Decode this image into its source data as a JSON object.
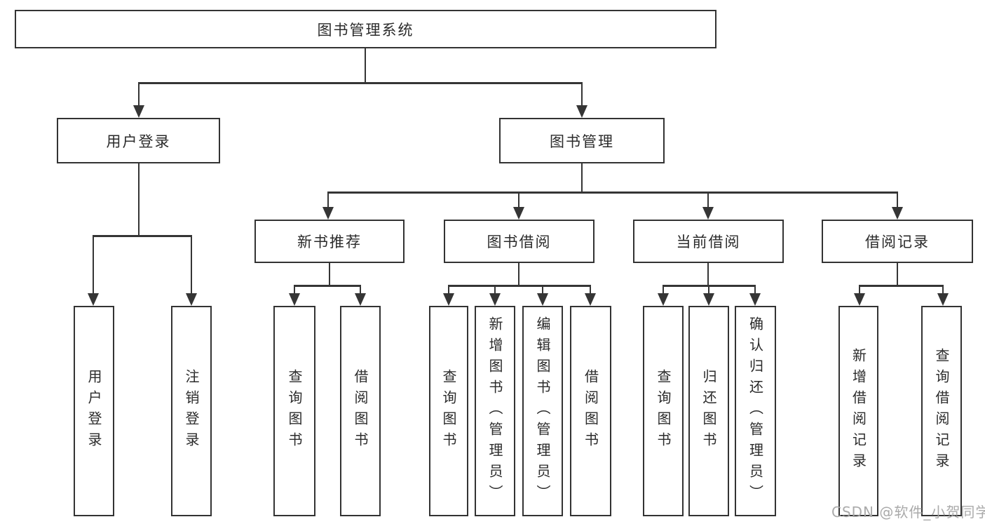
{
  "tree": {
    "label": "图书管理系统",
    "children": [
      {
        "label": "用户登录",
        "children": [
          {
            "label": "用户登录"
          },
          {
            "label": "注销登录"
          }
        ]
      },
      {
        "label": "图书管理",
        "children": [
          {
            "label": "新书推荐",
            "children": [
              {
                "label": "查询图书"
              },
              {
                "label": "借阅图书"
              }
            ]
          },
          {
            "label": "图书借阅",
            "children": [
              {
                "label": "查询图书"
              },
              {
                "label": "新增图书（管理员）"
              },
              {
                "label": "编辑图书（管理员）"
              },
              {
                "label": "借阅图书"
              }
            ]
          },
          {
            "label": "当前借阅",
            "children": [
              {
                "label": "查询图书"
              },
              {
                "label": "归还图书"
              },
              {
                "label": "确认归还（管理员）"
              }
            ]
          },
          {
            "label": "借阅记录",
            "children": [
              {
                "label": "新增借阅记录"
              },
              {
                "label": "查询借阅记录"
              }
            ]
          }
        ]
      }
    ]
  },
  "watermark": {
    "text": "CSDN @软件_小贺同学"
  },
  "colors": {
    "line": "#353535",
    "border": "#333333",
    "text": "#2b2b2b",
    "watermark": "#a5a5a5",
    "background": "#ffffff"
  }
}
